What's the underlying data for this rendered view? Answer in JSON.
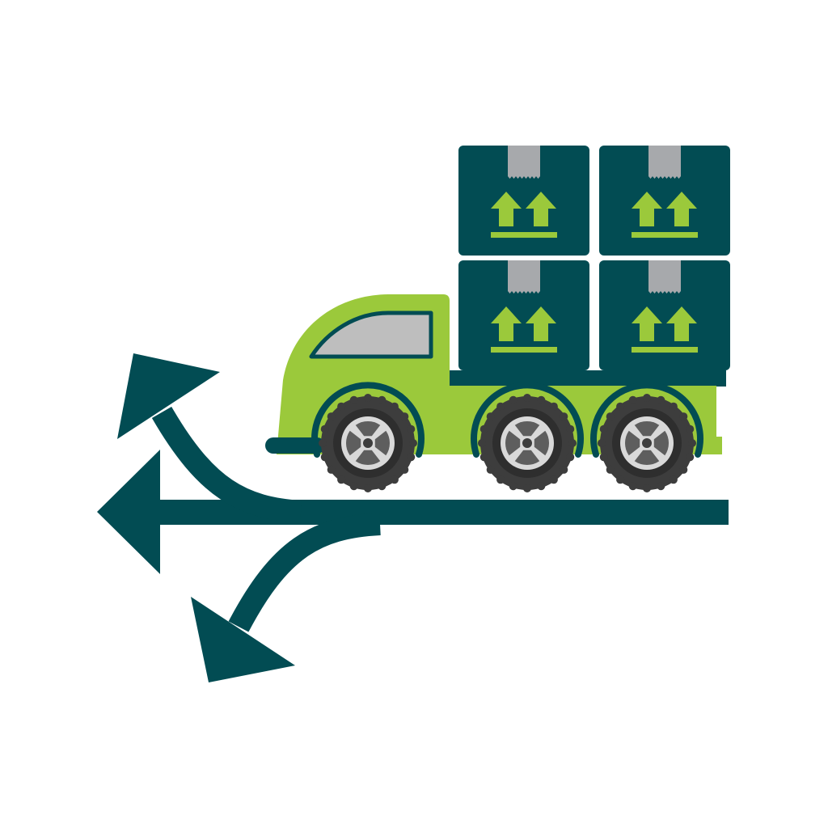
{
  "illustration": {
    "subject": "delivery-truck-with-boxes-and-branching-route-arrows",
    "icons": [
      "truck-icon",
      "package-box-icon",
      "this-side-up-icon",
      "wheel-icon",
      "route-arrows-icon"
    ],
    "box_count": 4,
    "wheel_count": 3,
    "route_branch_count": 3
  },
  "colors": {
    "teal": "#024C53",
    "green": "#9BC93B",
    "tape": "#A7A9AC",
    "window": "#BEBEBE",
    "tire": "#3D3D3D",
    "tire_inner": "#2E2E2E",
    "hub": "#D9D9D9",
    "hub_spoke": "#5E5E5E",
    "background": "#FFFFFF"
  }
}
